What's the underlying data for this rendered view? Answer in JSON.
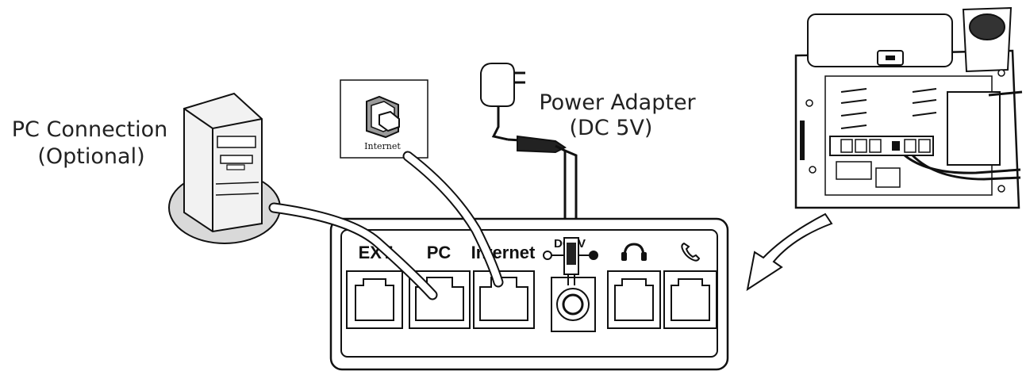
{
  "labels": {
    "pc_connection_line1": "PC Connection",
    "pc_connection_line2": "(Optional)",
    "power_adapter_line1": "Power Adapter",
    "power_adapter_line2": "(DC 5V)",
    "internet_card": "Internet"
  },
  "ports": [
    {
      "id": "ext",
      "label": "EXT",
      "kind": "rj9"
    },
    {
      "id": "pc",
      "label": "PC",
      "kind": "rj45"
    },
    {
      "id": "internet",
      "label": "Internet",
      "kind": "rj45"
    },
    {
      "id": "dc5v",
      "label": "DC5V",
      "kind": "dc"
    },
    {
      "id": "headset",
      "label": "",
      "icon": "headset-icon",
      "kind": "rj9"
    },
    {
      "id": "handset",
      "label": "",
      "icon": "handset-icon",
      "kind": "rj9"
    }
  ],
  "colors": {
    "stroke": "#111111",
    "disk_fill": "#d9d9d9",
    "pc_tower_fill": "#f2f2f2"
  }
}
